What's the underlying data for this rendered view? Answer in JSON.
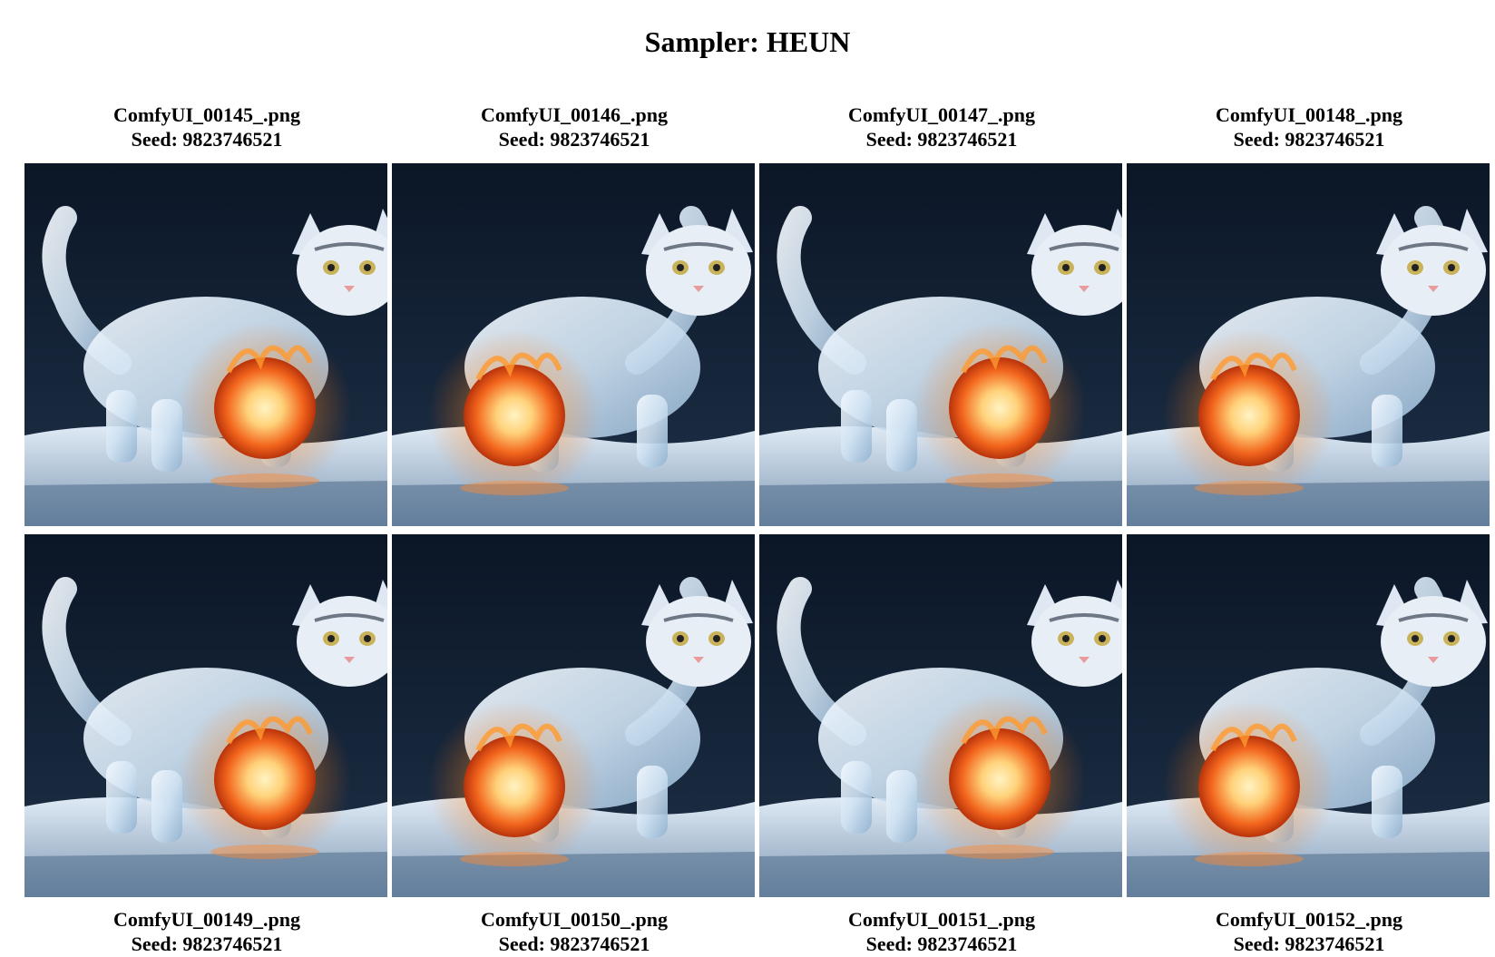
{
  "title": "Sampler: HEUN",
  "images": [
    {
      "filename": "ComfyUI_00145_.png",
      "seed_label": "Seed: 9823746521",
      "ball_side": "right",
      "tail_side": "left"
    },
    {
      "filename": "ComfyUI_00146_.png",
      "seed_label": "Seed: 9823746521",
      "ball_side": "left",
      "tail_side": "right"
    },
    {
      "filename": "ComfyUI_00147_.png",
      "seed_label": "Seed: 9823746521",
      "ball_side": "right",
      "tail_side": "left"
    },
    {
      "filename": "ComfyUI_00148_.png",
      "seed_label": "Seed: 9823746521",
      "ball_side": "left",
      "tail_side": "right"
    },
    {
      "filename": "ComfyUI_00149_.png",
      "seed_label": "Seed: 9823746521",
      "ball_side": "right",
      "tail_side": "left"
    },
    {
      "filename": "ComfyUI_00150_.png",
      "seed_label": "Seed: 9823746521",
      "ball_side": "left",
      "tail_side": "right"
    },
    {
      "filename": "ComfyUI_00151_.png",
      "seed_label": "Seed: 9823746521",
      "ball_side": "right",
      "tail_side": "left"
    },
    {
      "filename": "ComfyUI_00152_.png",
      "seed_label": "Seed: 9823746521",
      "ball_side": "left",
      "tail_side": "right"
    }
  ],
  "colors": {
    "background": "#ffffff",
    "sky_top": "#0b1626",
    "sky_bottom": "#1e3148",
    "ice": "#cfe2f2",
    "fire_core": "#ffd27a",
    "fire_outer": "#f2641c"
  }
}
